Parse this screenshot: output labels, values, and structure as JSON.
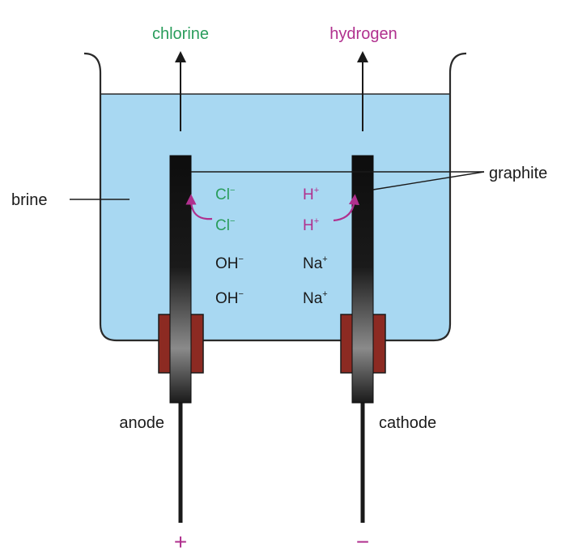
{
  "colors": {
    "brine": "#a8d8f2",
    "vessel_outline": "#2a2a2a",
    "chlorine": "#2a9d5c",
    "hydrogen": "#b0308e",
    "ion_black": "#1a1a1a",
    "seal": "#8c2a22",
    "electrode": "#1a1a1a"
  },
  "labels": {
    "chlorine": "chlorine",
    "hydrogen": "hydrogen",
    "brine": "brine",
    "graphite": "graphite",
    "anode": "anode",
    "cathode": "cathode",
    "plus": "+",
    "minus": "−"
  },
  "ions": {
    "cl_1": {
      "base": "Cl",
      "charge": "−"
    },
    "cl_2": {
      "base": "Cl",
      "charge": "−"
    },
    "oh_1": {
      "base": "OH",
      "charge": "−"
    },
    "oh_2": {
      "base": "OH",
      "charge": "−"
    },
    "h_1": {
      "base": "H",
      "charge": "+"
    },
    "h_2": {
      "base": "H",
      "charge": "+"
    },
    "na_1": {
      "base": "Na",
      "charge": "+"
    },
    "na_2": {
      "base": "Na",
      "charge": "+"
    }
  }
}
